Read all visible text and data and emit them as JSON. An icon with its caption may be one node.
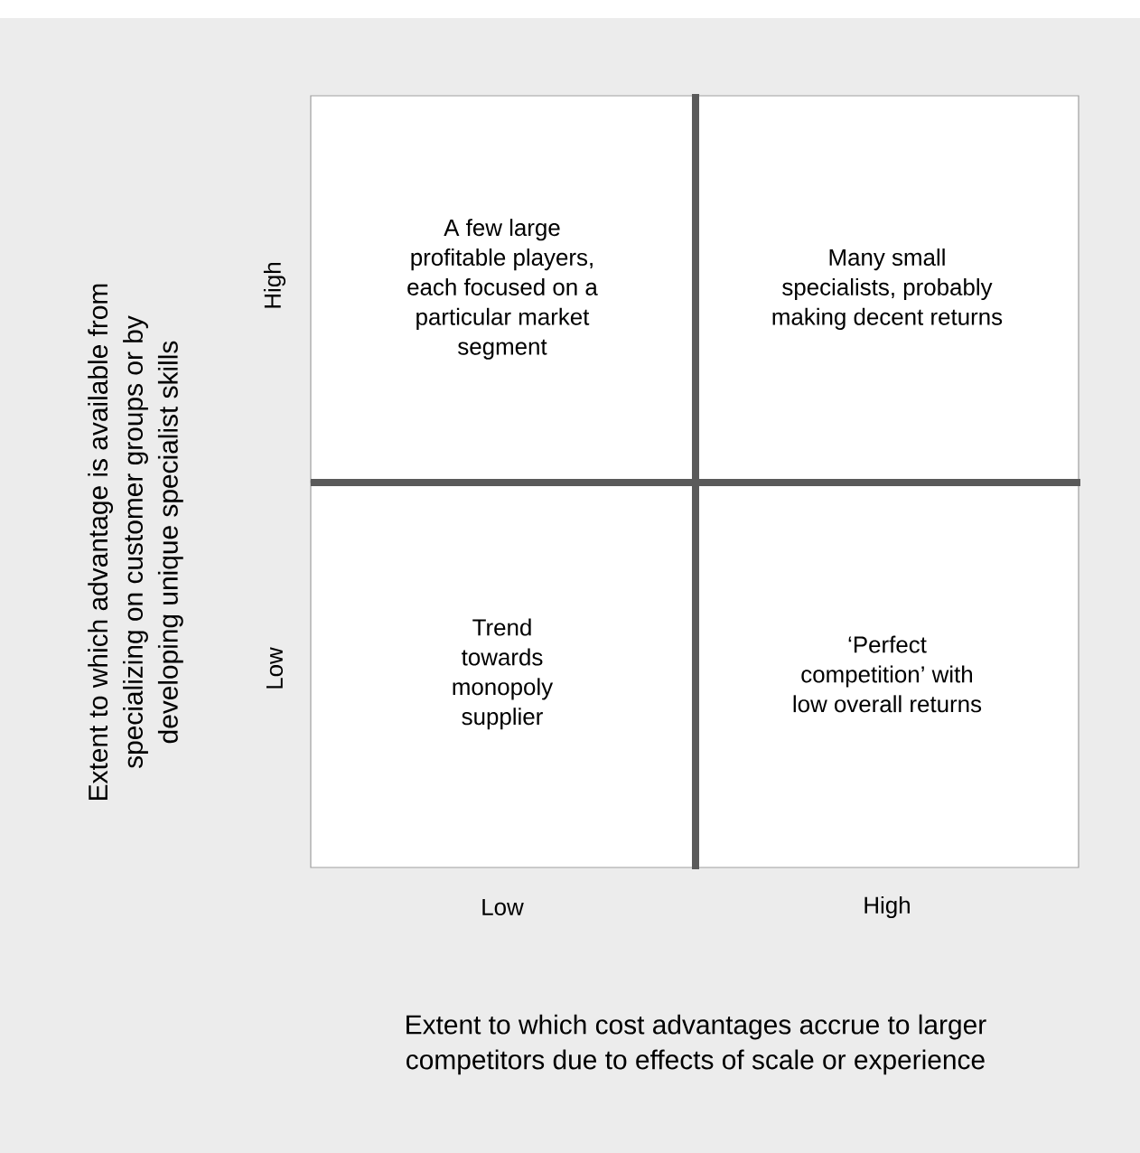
{
  "diagram": {
    "nodes": [
      {
        "text": [
          "A few large profitable players, each focused on a particular market segment"
        ]
      },
      {
        "text": [
          "Many small specialists, probably making decent returns"
        ]
      },
      {
        "text": [
          "Trend towards monopoly supplier"
        ]
      },
      {
        "text": [
          "‘Perfect competition’ with low overall returns"
        ]
      }
    ],
    "labels": [
      "Extent to which advantage is available from specializing on customer groups or by developing unique specialist skills",
      "High",
      "Low",
      "Low",
      "High",
      "Extent to which cost advantages accrue to larger competitors due to effects of scale or experience"
    ]
  }
}
